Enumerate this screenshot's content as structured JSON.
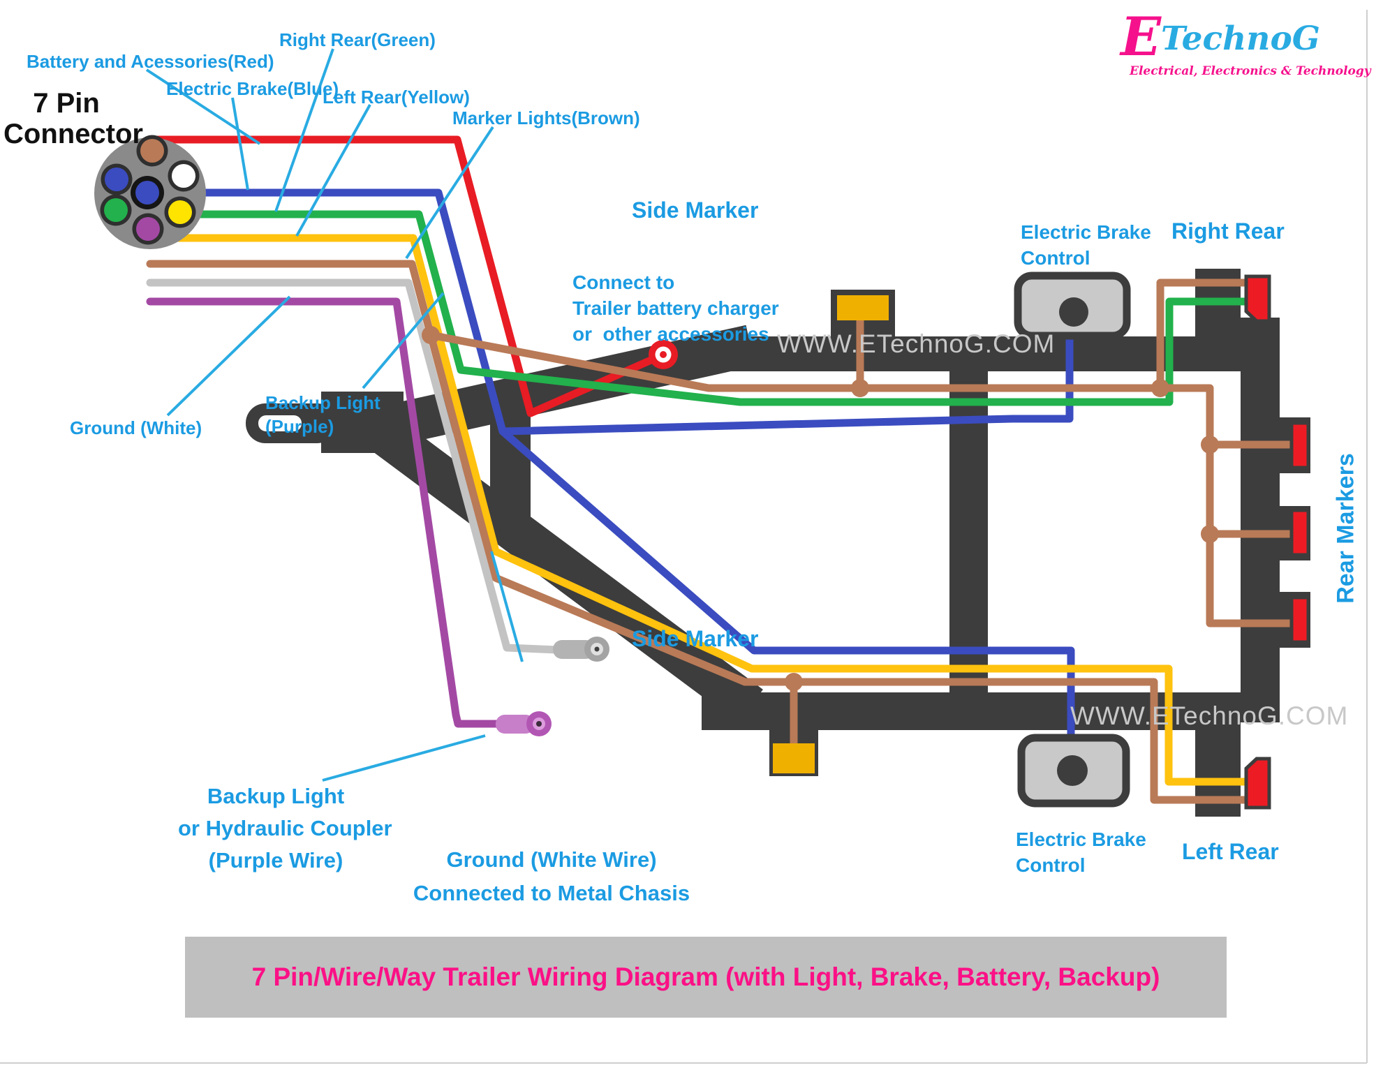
{
  "colors": {
    "label_blue": "#1b9be2",
    "leader_blue": "#29abe2",
    "title_pink": "#fb1086",
    "title_bg": "#bfbfbf",
    "frame": "#3d3d3d",
    "watermark_gray": "#c8c8c8",
    "heading_black": "#111111",
    "page_border": "#cfcfcf",
    "logo_pink": "#f5118c",
    "logo_blue": "#29abe2"
  },
  "logo": {
    "e": "E",
    "name": "TechnoG",
    "tagline": "Electrical, Electronics & Technology"
  },
  "title_bar": {
    "text": "7 Pin/Wire/Way Trailer Wiring Diagram (with Light, Brake, Battery, Backup)"
  },
  "watermark": {
    "text": "WWW.ETechnoG.COM"
  },
  "connector": {
    "heading_line1": "7 Pin",
    "heading_line2": "Connector",
    "body_color": "#8a8a8a",
    "pin_ring": "#2f2f2f",
    "pins": [
      {
        "name": "brown-pin",
        "color": "#b97a57"
      },
      {
        "name": "white-pin",
        "color": "#ffffff"
      },
      {
        "name": "blue-pin-left",
        "color": "#3b4cc0"
      },
      {
        "name": "blue-pin-center",
        "color": "#3b4cc0"
      },
      {
        "name": "green-pin",
        "color": "#22b14c"
      },
      {
        "name": "yellow-pin",
        "color": "#ffe400"
      },
      {
        "name": "purple-pin",
        "color": "#a349a4"
      }
    ]
  },
  "wires": {
    "red": {
      "label": "Battery and Acessories(Red)",
      "color": "#e81c24"
    },
    "green": {
      "label": "Right Rear(Green)",
      "color": "#22b14c"
    },
    "blue": {
      "label": "Electric Brake(Blue)",
      "color": "#3b4cc0"
    },
    "yellow": {
      "label": "Left Rear(Yellow)",
      "color": "#ffc20e"
    },
    "brown": {
      "label": "Marker Lights(Brown)",
      "color": "#b97a57"
    },
    "white": {
      "label": "Ground (White)",
      "color": "#c3c3c3"
    },
    "purple": {
      "label_line1": "Backup Light",
      "label_line2": "(Purple)",
      "color": "#a349a4"
    }
  },
  "notes": {
    "connect_to": [
      "Connect to",
      "Trailer battery charger",
      "or  other accessories"
    ],
    "backup_bottom": [
      "Backup Light",
      "or Hydraulic Coupler",
      "(Purple Wire)"
    ],
    "ground_bottom": [
      "Ground (White Wire)",
      "Connected to Metal Chasis"
    ]
  },
  "parts": {
    "side_marker_top": "Side Marker",
    "side_marker_bottom": "Side Marker",
    "brake_top_line1": "Electric Brake",
    "brake_top_line2": "Control",
    "brake_bottom_line1": "Electric Brake",
    "brake_bottom_line2": "Control",
    "right_rear": "Right Rear",
    "left_rear": "Left Rear",
    "rear_markers": "Rear Markers",
    "marker_yellow": "#f0b000",
    "light_red": "#ed1c24",
    "brake_box_fill": "#c9c9c9",
    "brake_knob": "#3d3d3d",
    "ground_ring_outer": "#a3a3a3",
    "ground_ring_inner": "#e0e0e0",
    "purple_ring_outer": "#b256b4",
    "purple_ring_inner": "#dd9cdd",
    "terminal_pill_gray": "#b3b3b3",
    "terminal_pill_purple": "#c77fc9"
  }
}
